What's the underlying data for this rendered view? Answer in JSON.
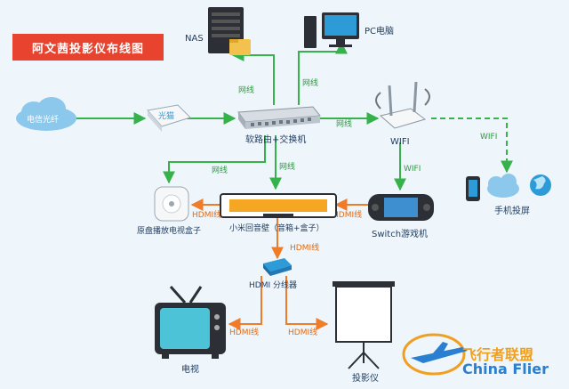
{
  "title": "阿文茜投影仪布线图",
  "colors": {
    "green": "#36b24a",
    "orange": "#f07c2a",
    "background": "#eef6fb",
    "title_bg": "#e8432f"
  },
  "nodes": {
    "nas": "NAS",
    "pc": "PC电脑",
    "fiber": "电信光纤",
    "modem": "光猫",
    "router": "软路由+交换机",
    "wifi": "WIFI",
    "phone_cast": "手机投屏",
    "box": "原盘播放电视盒子",
    "soundbar": "小米回音壁（音箱+盒子）",
    "switch_console": "Switch游戏机",
    "splitter": "HDMI 分线器",
    "tv": "电视",
    "projector": "投影仪"
  },
  "edges": {
    "wangxian": "网线",
    "wifi": "WIFI",
    "hdmi": "HDMI线"
  },
  "watermark": {
    "cn": "飞行者联盟",
    "en": "China Flier"
  }
}
